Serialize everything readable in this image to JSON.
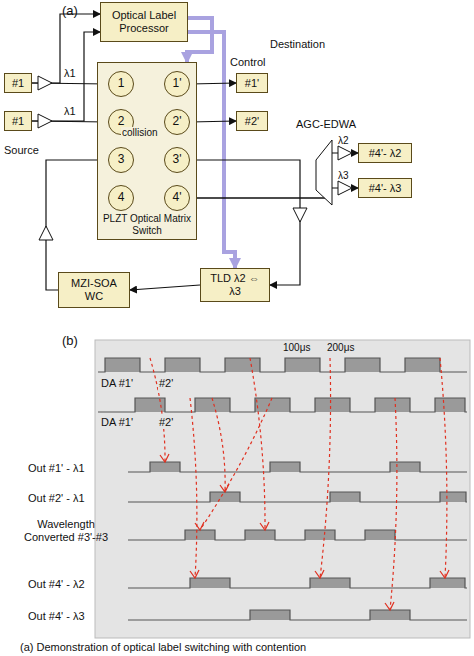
{
  "diagram": {
    "caption": "(a) Demonstration of optical label switching with contention",
    "nodes": [
      {
        "text": [
          "Optical Label Processor"
        ]
      },
      {
        "text": [
          "PLZT Optical Matrix Switch"
        ]
      },
      {
        "text": [
          "1"
        ],
        "in": 1
      },
      {
        "text": [
          "2"
        ],
        "in": 1
      },
      {
        "text": [
          "3"
        ],
        "in": 1
      },
      {
        "text": [
          "4"
        ],
        "in": 1
      },
      {
        "text": [
          "1'"
        ],
        "in": 1
      },
      {
        "text": [
          "2'"
        ],
        "in": 1
      },
      {
        "text": [
          "3'"
        ],
        "in": 1
      },
      {
        "text": [
          "4'"
        ],
        "in": 1
      },
      {
        "text": [
          "#1"
        ]
      },
      {
        "text": [
          "#1"
        ]
      },
      {
        "text": [
          "#1'"
        ]
      },
      {
        "text": [
          "#2'"
        ]
      },
      {
        "text": [
          "#4'- λ2"
        ]
      },
      {
        "text": [
          "#4'- λ3"
        ]
      },
      {
        "text": [
          "TLD λ2 ⇔ λ3"
        ]
      },
      {
        "text": [
          "MZI-SOA WC"
        ]
      }
    ],
    "edges": [
      {
        "from": 10,
        "to": 2,
        "arrow": "to"
      },
      {
        "from": 10,
        "to": 0,
        "arrow": "to"
      },
      {
        "from": 11,
        "to": 3,
        "arrow": "to"
      },
      {
        "from": 11,
        "to": 0,
        "arrow": "to"
      },
      {
        "from": 0,
        "to": 1,
        "arrow": "to"
      },
      {
        "from": 0,
        "to": 16,
        "arrow": "to"
      },
      {
        "from": 2,
        "to": 6,
        "arrow": "to"
      },
      {
        "from": 2,
        "to": 7,
        "arrow": "to"
      },
      {
        "from": 3,
        "to": 7,
        "arrow": "to"
      },
      {
        "from": 3,
        "to": 8,
        "arrow": "to"
      },
      {
        "from": 4,
        "to": 9,
        "arrow": "to"
      },
      {
        "from": 6,
        "to": 12,
        "arrow": "to"
      },
      {
        "from": 7,
        "to": 13,
        "arrow": "to"
      },
      {
        "from": 8,
        "to": 16,
        "arrow": "to"
      },
      {
        "from": 9,
        "to": 14,
        "arrow": "to"
      },
      {
        "from": 9,
        "to": 15,
        "arrow": "to"
      },
      {
        "from": 16,
        "to": 17,
        "arrow": "to"
      },
      {
        "from": 17,
        "to": 4,
        "arrow": "to"
      }
    ],
    "labels": [
      "(a)",
      "λ1",
      "λ1",
      "Source",
      "collision",
      "Control",
      "Destination",
      "AGC-EDWA",
      "λ2",
      "λ3",
      "(b)",
      "100μs",
      "200μs",
      "DA #1'",
      "#2'",
      "DA #1'",
      "#2'",
      "Out #1' - λ1",
      "Out #2' - λ1",
      "Wavelength Converted #3'-#3",
      "Out #4' - λ2",
      "Out #4' - λ3"
    ]
  }
}
